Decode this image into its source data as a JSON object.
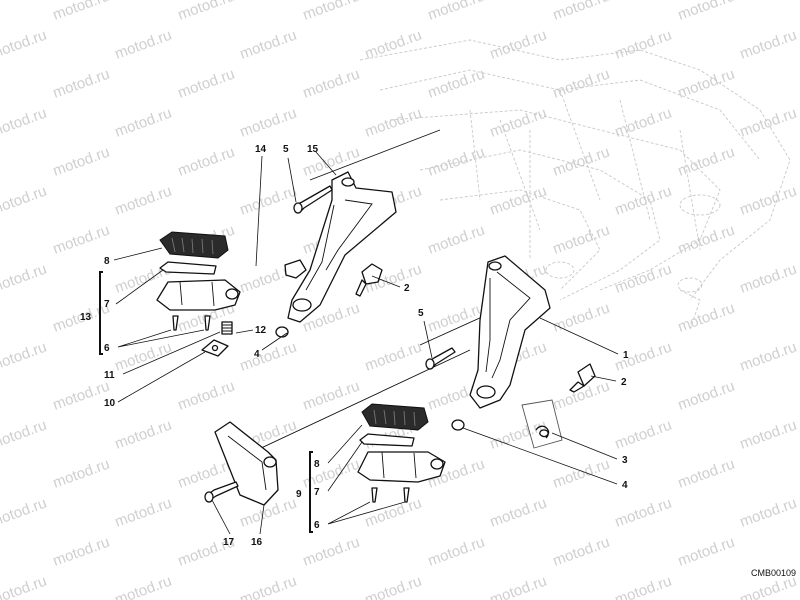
{
  "watermark": {
    "text": "motod.ru"
  },
  "drawing_code": "CMB00109",
  "colors": {
    "ink": "#111111",
    "watermark": "#cfcfcf",
    "frame": "#c8c8c8",
    "rubber": "#2b2b2b"
  },
  "callouts": {
    "c1": "1",
    "c2a": "2",
    "c2b": "2",
    "c3": "3",
    "c4a": "4",
    "c4b": "4",
    "c5a": "5",
    "c5b": "5",
    "c6a": "6",
    "c6b": "6",
    "c7a": "7",
    "c7b": "7",
    "c8a": "8",
    "c8b": "8",
    "c9": "9",
    "c10": "10",
    "c11": "11",
    "c12": "12",
    "c13": "13",
    "c14": "14",
    "c15": "15",
    "c16": "16",
    "c17": "17"
  }
}
